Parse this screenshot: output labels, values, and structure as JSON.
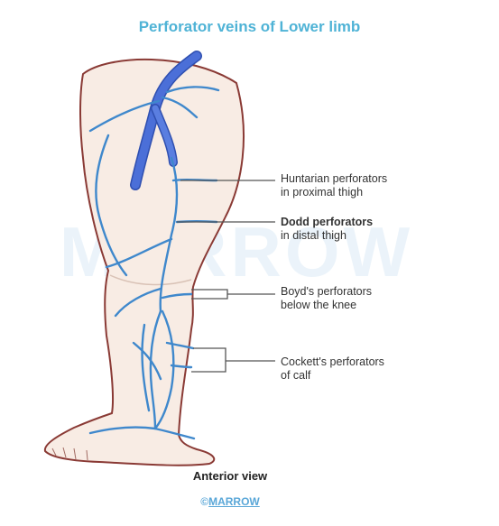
{
  "title": "Perforator veins of Lower limb",
  "watermark": "MARROW",
  "labels": {
    "huntarian": {
      "line1": "Huntarian perforators",
      "line2": "in proximal thigh"
    },
    "dodd": {
      "line1": "Dodd perforators",
      "line2": "in distal thigh"
    },
    "boyd": {
      "line1": "Boyd's perforators",
      "line2": "below the knee"
    },
    "cockett": {
      "line1": "Cockett's perforators",
      "line2": "of calf"
    }
  },
  "view_caption": "Anterior view",
  "credit": {
    "symbol": "©",
    "brand": "MARROW"
  },
  "colors": {
    "title": "#4fb3d6",
    "vein_fill": "#4b6fd8",
    "vein_branch": "#3f88cc",
    "skin": "#f8ece4",
    "outline": "#8a3a35",
    "leader": "#555555"
  }
}
